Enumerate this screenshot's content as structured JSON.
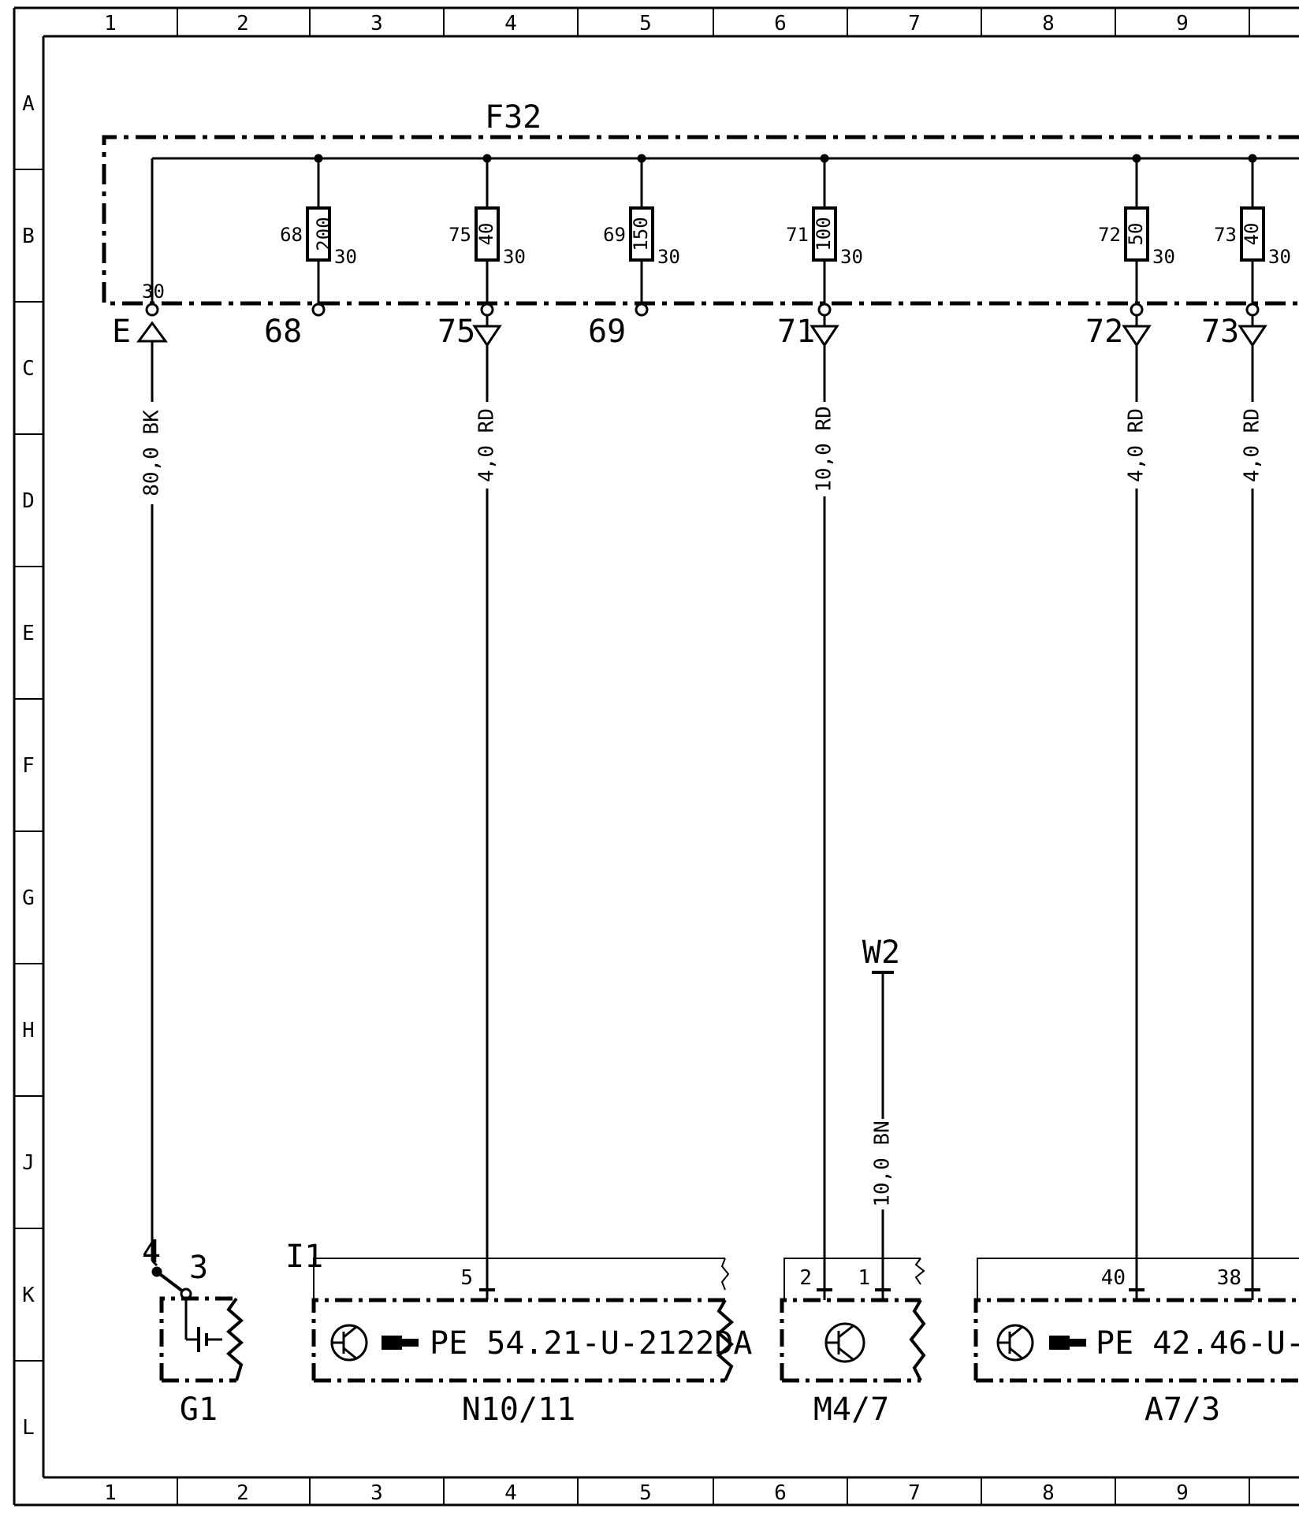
{
  "grid": {
    "cols": [
      "1",
      "2",
      "3",
      "4",
      "5",
      "6",
      "7",
      "8",
      "9"
    ],
    "rows": [
      "A",
      "B",
      "C",
      "D",
      "E",
      "F",
      "G",
      "H",
      "J",
      "K",
      "L"
    ]
  },
  "fuse_box": {
    "label": "F32",
    "input_terminal": "30",
    "input_pin": "E",
    "fuses": [
      {
        "id": "68",
        "rating": "200",
        "terminal": "30",
        "output": "68"
      },
      {
        "id": "75",
        "rating": "40",
        "terminal": "30",
        "output": "75"
      },
      {
        "id": "69",
        "rating": "150",
        "terminal": "30",
        "output": "69"
      },
      {
        "id": "71",
        "rating": "100",
        "terminal": "30",
        "output": "71"
      },
      {
        "id": "72",
        "rating": "50",
        "terminal": "30",
        "output": "72"
      },
      {
        "id": "73",
        "rating": "40",
        "terminal": "30",
        "output": "73"
      }
    ]
  },
  "wires": [
    {
      "label": "80,0 BK"
    },
    {
      "label": "4,0 RD"
    },
    {
      "label": "10,0 RD"
    },
    {
      "label": "4,0 RD"
    },
    {
      "label": "4,0 RD"
    },
    {
      "label": "10,0 BN"
    }
  ],
  "ground": {
    "label": "W2"
  },
  "components": [
    {
      "id": "G1",
      "pins": [
        "4",
        "3"
      ]
    },
    {
      "id": "N10/11",
      "prefix": "I1",
      "pins": [
        "5"
      ],
      "ref": "PE 54.21-U-2122DA"
    },
    {
      "id": "M4/7",
      "pins": [
        "2",
        "1"
      ]
    },
    {
      "id": "A7/3",
      "pins": [
        "40",
        "38"
      ],
      "ref": "PE 42.46-U-"
    }
  ]
}
